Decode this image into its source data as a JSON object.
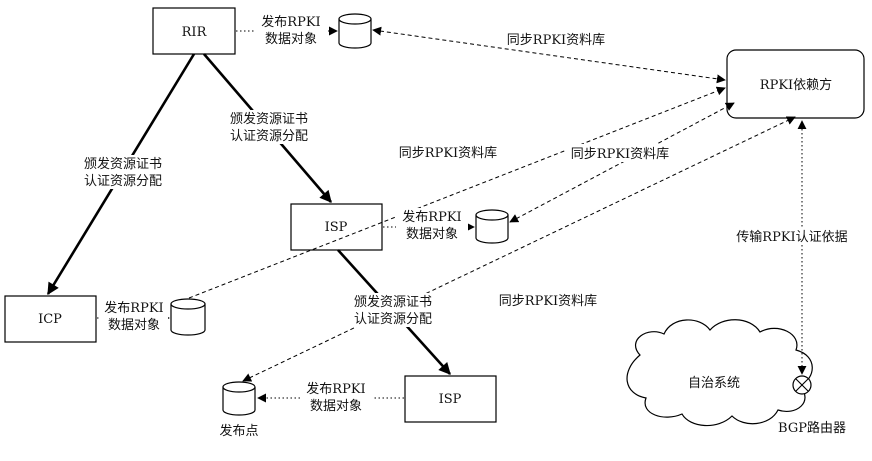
{
  "nodes": {
    "rir": "RIR",
    "isp1": "ISP",
    "isp2": "ISP",
    "icp": "ICP",
    "rp": "RPKI依赖方",
    "as": "自治系统",
    "router": "BGP路由器",
    "pub_point": "发布点"
  },
  "labels": {
    "publish_l1": "发布RPKI",
    "publish_l2": "数据对象",
    "issue_l1": "颁发资源证书",
    "issue_l2": "认证资源分配",
    "sync": "同步RPKI资料库",
    "transmit": "传输RPKI认证依据"
  }
}
